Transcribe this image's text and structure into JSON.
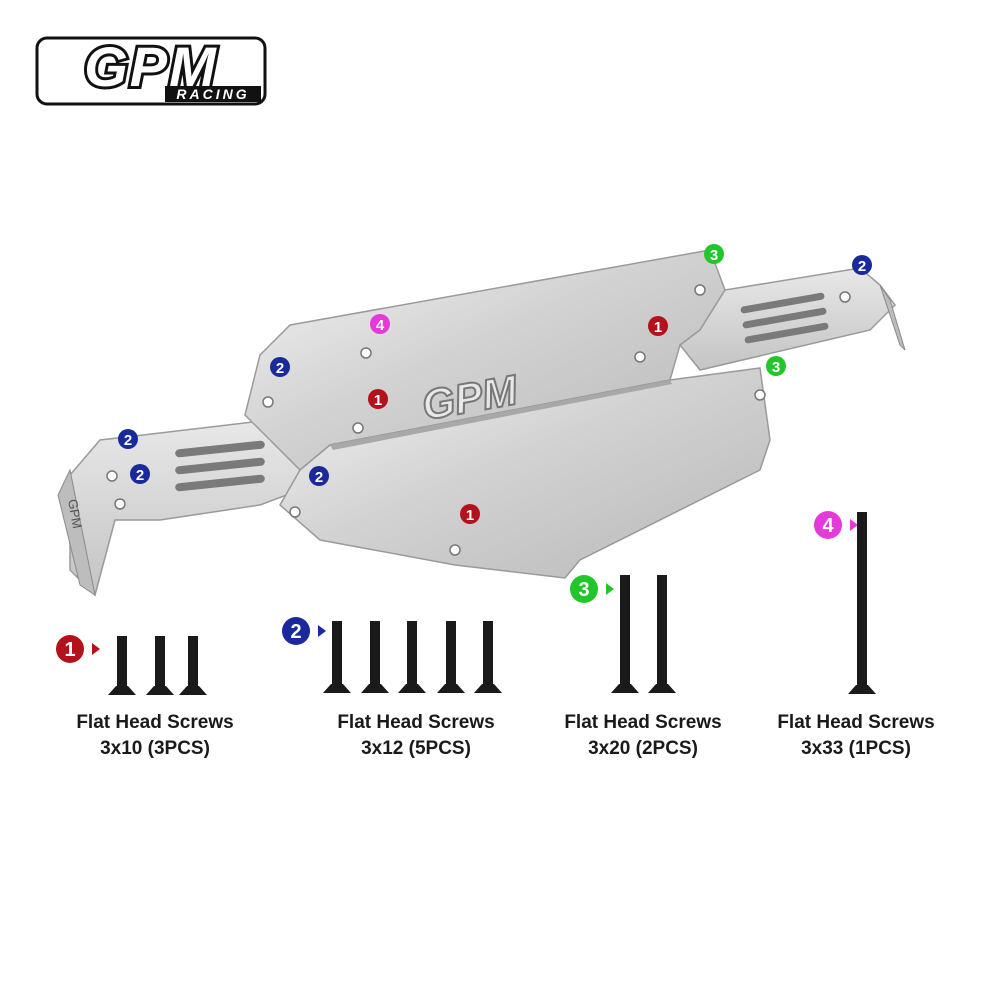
{
  "brand": {
    "logo_text": "GPM",
    "logo_subtext": "RACING",
    "part_stamp": "GPM"
  },
  "colors": {
    "marker_1": "#b3121c",
    "marker_2": "#1a2a9c",
    "marker_3": "#22c52a",
    "marker_4": "#e63ad8",
    "plate": "#d8d8d8",
    "screw": "#1a1a1a"
  },
  "markers": {
    "m1": "1",
    "m2": "2",
    "m3": "3",
    "m4": "4"
  },
  "screws": [
    {
      "id": "1",
      "line1": "Flat Head Screws",
      "line2": "3x10 (3PCS)",
      "count": 3
    },
    {
      "id": "2",
      "line1": "Flat Head Screws",
      "line2": "3x12 (5PCS)",
      "count": 5
    },
    {
      "id": "3",
      "line1": "Flat Head Screws",
      "line2": "3x20 (2PCS)",
      "count": 2
    },
    {
      "id": "4",
      "line1": "Flat Head Screws",
      "line2": "3x33 (1PCS)",
      "count": 1
    }
  ]
}
